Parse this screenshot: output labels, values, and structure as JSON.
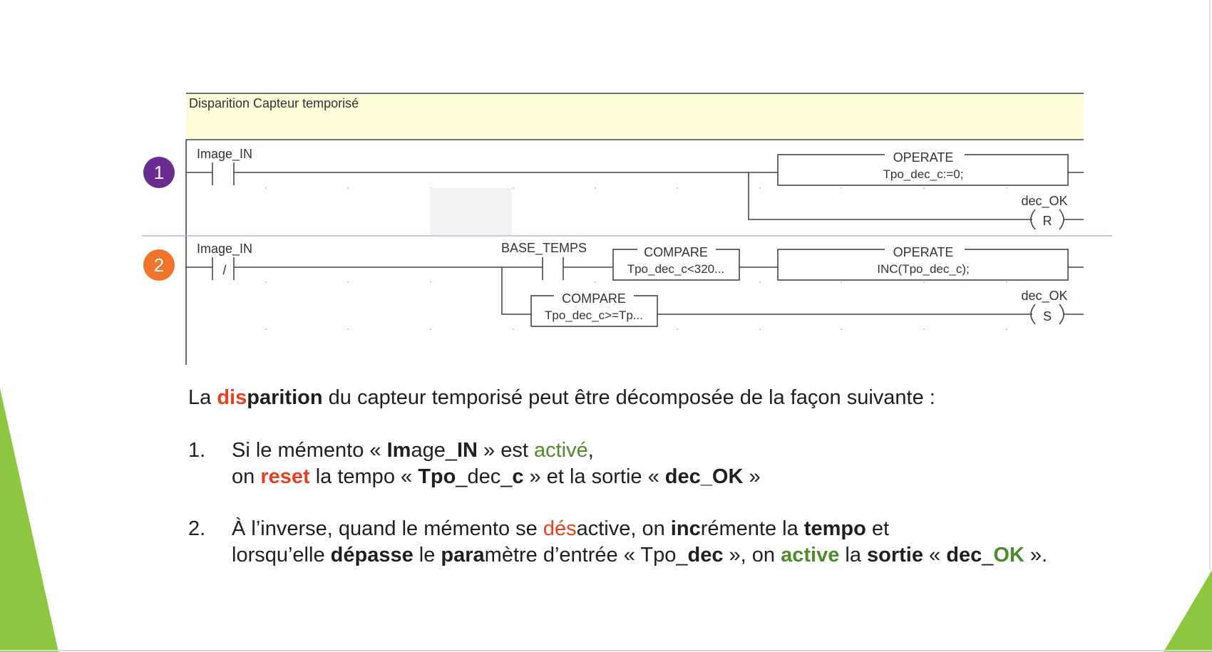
{
  "ladder": {
    "comment": "Disparition Capteur temporisé",
    "rung1": {
      "contact_label": "Image_IN",
      "operate_title": "OPERATE",
      "operate_expr": "Tpo_dec_c:=0;",
      "coil_label": "dec_OK",
      "coil_letter": "R"
    },
    "rung2": {
      "contact_label": "Image_IN",
      "contact_symbol": "/",
      "base_label": "BASE_TEMPS",
      "compare1_title": "COMPARE",
      "compare1_expr": "Tpo_dec_c<320...",
      "operate_title": "OPERATE",
      "operate_expr": "INC(Tpo_dec_c);",
      "compare2_title": "COMPARE",
      "compare2_expr": "Tpo_dec_c>=Tp...",
      "coil_label": "dec_OK",
      "coil_letter": "S"
    },
    "badges": [
      "1",
      "2"
    ],
    "colors": {
      "badge1": "#6a2c91",
      "badge2": "#f0752a",
      "comment_bg": "#fdfbd8",
      "accent_green": "#8dc63f"
    }
  },
  "text": {
    "intro": {
      "p1": "La ",
      "p2": "dis",
      "p3": "parition",
      "p4": " du capteur temporisé peut être décomposée de la façon suivante :"
    },
    "item1": {
      "num": "1.",
      "a1": "Si le mémento « ",
      "a2": "Im",
      "a3": "age_",
      "a4": "IN",
      "a5": " » est ",
      "a6": "activé",
      "a7": ",",
      "b1": "on ",
      "b2": "reset",
      "b3": " la tempo « ",
      "b4": "Tpo",
      "b5": "_dec_",
      "b6": "c",
      "b7": " » et la sortie « ",
      "b8": "dec_OK",
      "b9": " »"
    },
    "item2": {
      "num": "2.",
      "a1": "À l’inverse, quand le mémento se ",
      "a2": "dés",
      "a3": "active, on ",
      "a4": "inc",
      "a5": "rémente la ",
      "a6": "tempo",
      "a7": " et",
      "b1": "lorsqu’elle ",
      "b2": "dépasse",
      "b3": " le ",
      "b4": "para",
      "b5": "mètre d’entrée « Tpo_",
      "b6": "dec",
      "b7": " », on ",
      "b8": "active",
      "b9": " la ",
      "b10": "sortie",
      "b11": " « ",
      "b12": "dec",
      "b13": "_",
      "b14": "OK",
      "b15": " »."
    }
  }
}
